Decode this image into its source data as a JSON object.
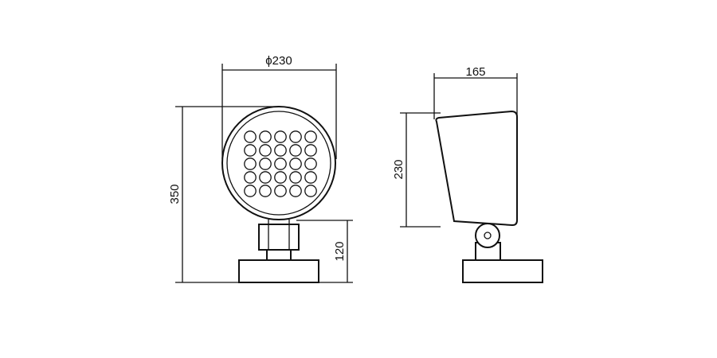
{
  "colors": {
    "line": "#111111",
    "background": "#ffffff"
  },
  "dimensions": {
    "front_diameter": "ϕ230",
    "front_total_height": "350",
    "front_base_height": "120",
    "side_depth": "165",
    "side_height": "230"
  },
  "led_grid": {
    "rows": 5,
    "cols": 5
  }
}
